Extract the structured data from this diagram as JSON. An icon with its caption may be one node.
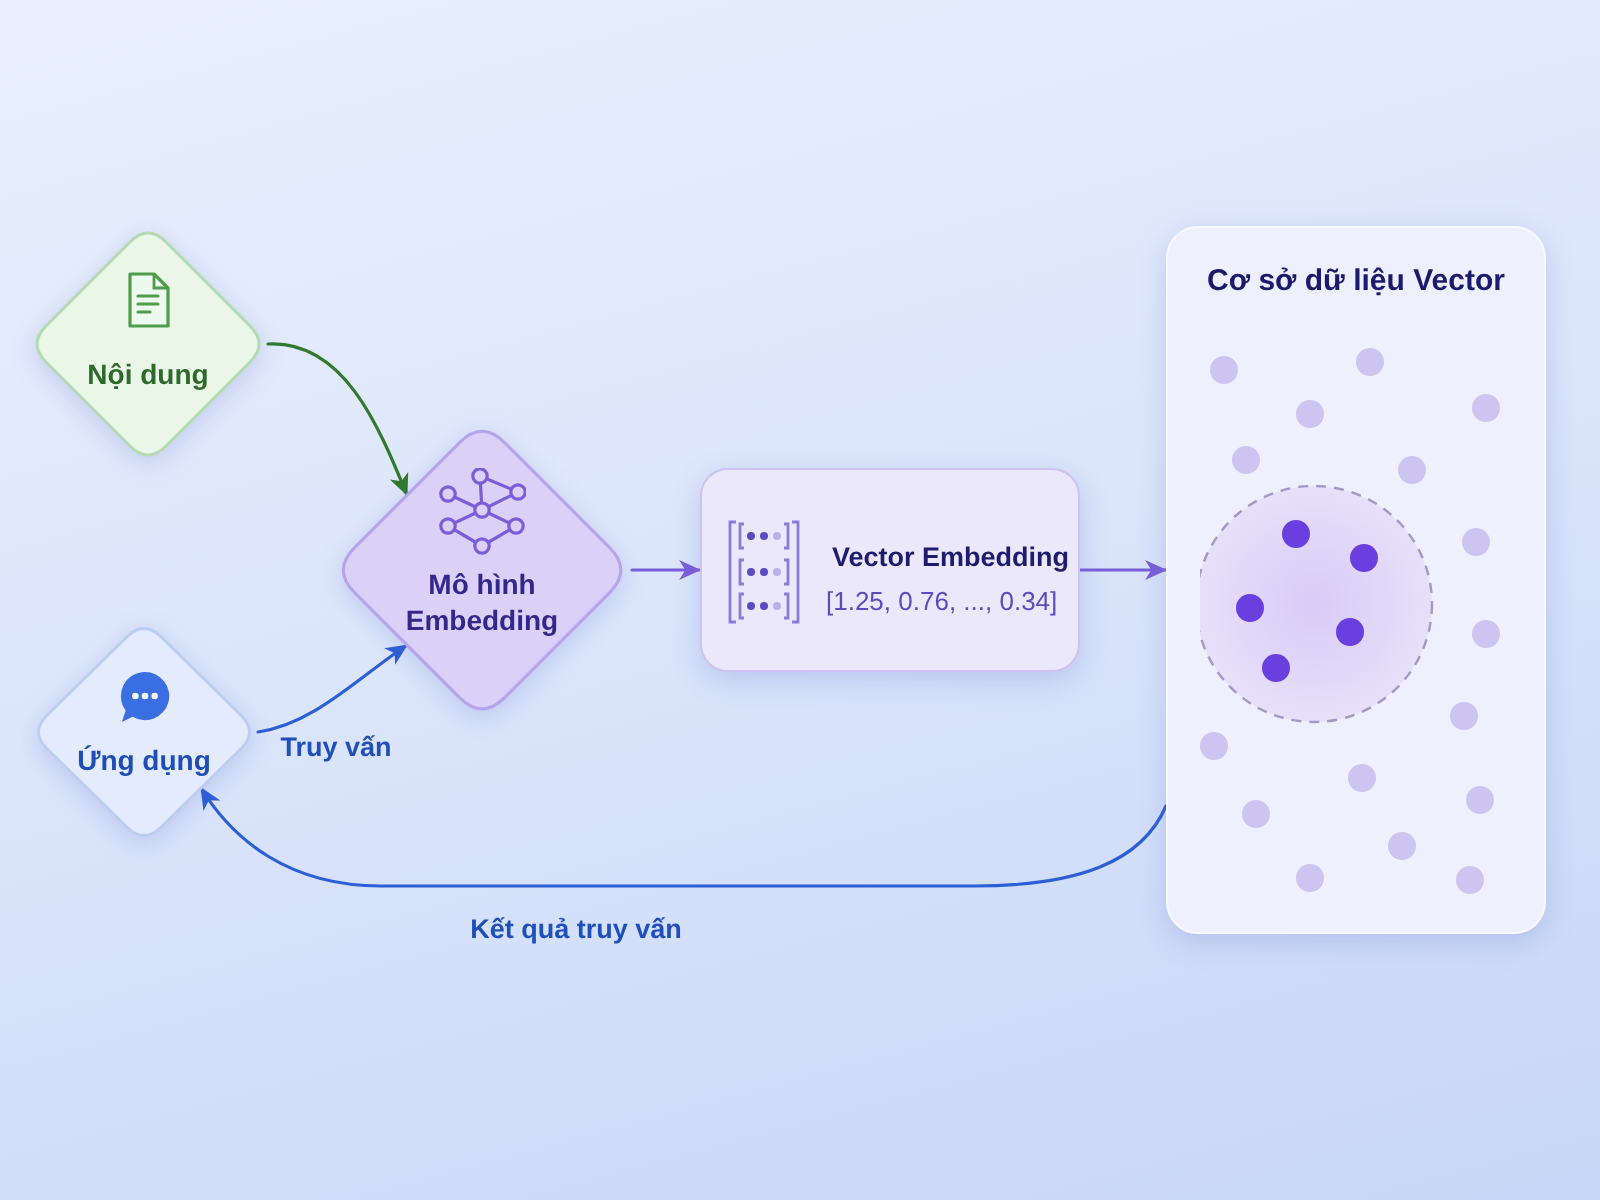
{
  "diagram": {
    "nodes": [
      {
        "text": [
          "Nội dung"
        ]
      },
      {
        "text": [
          "Ứng dụng"
        ]
      },
      {
        "text": [
          "Mô hình Embedding"
        ]
      },
      {
        "text": [
          "Vector Embedding",
          "[1.25, 0.76, ..., 0.34]"
        ]
      },
      {
        "text": [
          "Cơ sở dữ liệu Vector"
        ]
      }
    ],
    "edges": [
      {
        "from": 0,
        "to": 2,
        "arrow": "to",
        "color": "#2f7a2c"
      },
      {
        "from": 1,
        "to": 2,
        "arrow": "to",
        "label": "Truy vấn"
      },
      {
        "from": 2,
        "to": 3,
        "arrow": "to",
        "color": "#7a5ed8"
      },
      {
        "from": 3,
        "to": 4,
        "arrow": "to",
        "color": "#7a5ed8"
      },
      {
        "from": 4,
        "to": 1,
        "arrow": "to",
        "label": "Kết quả truy vấn"
      }
    ]
  }
}
